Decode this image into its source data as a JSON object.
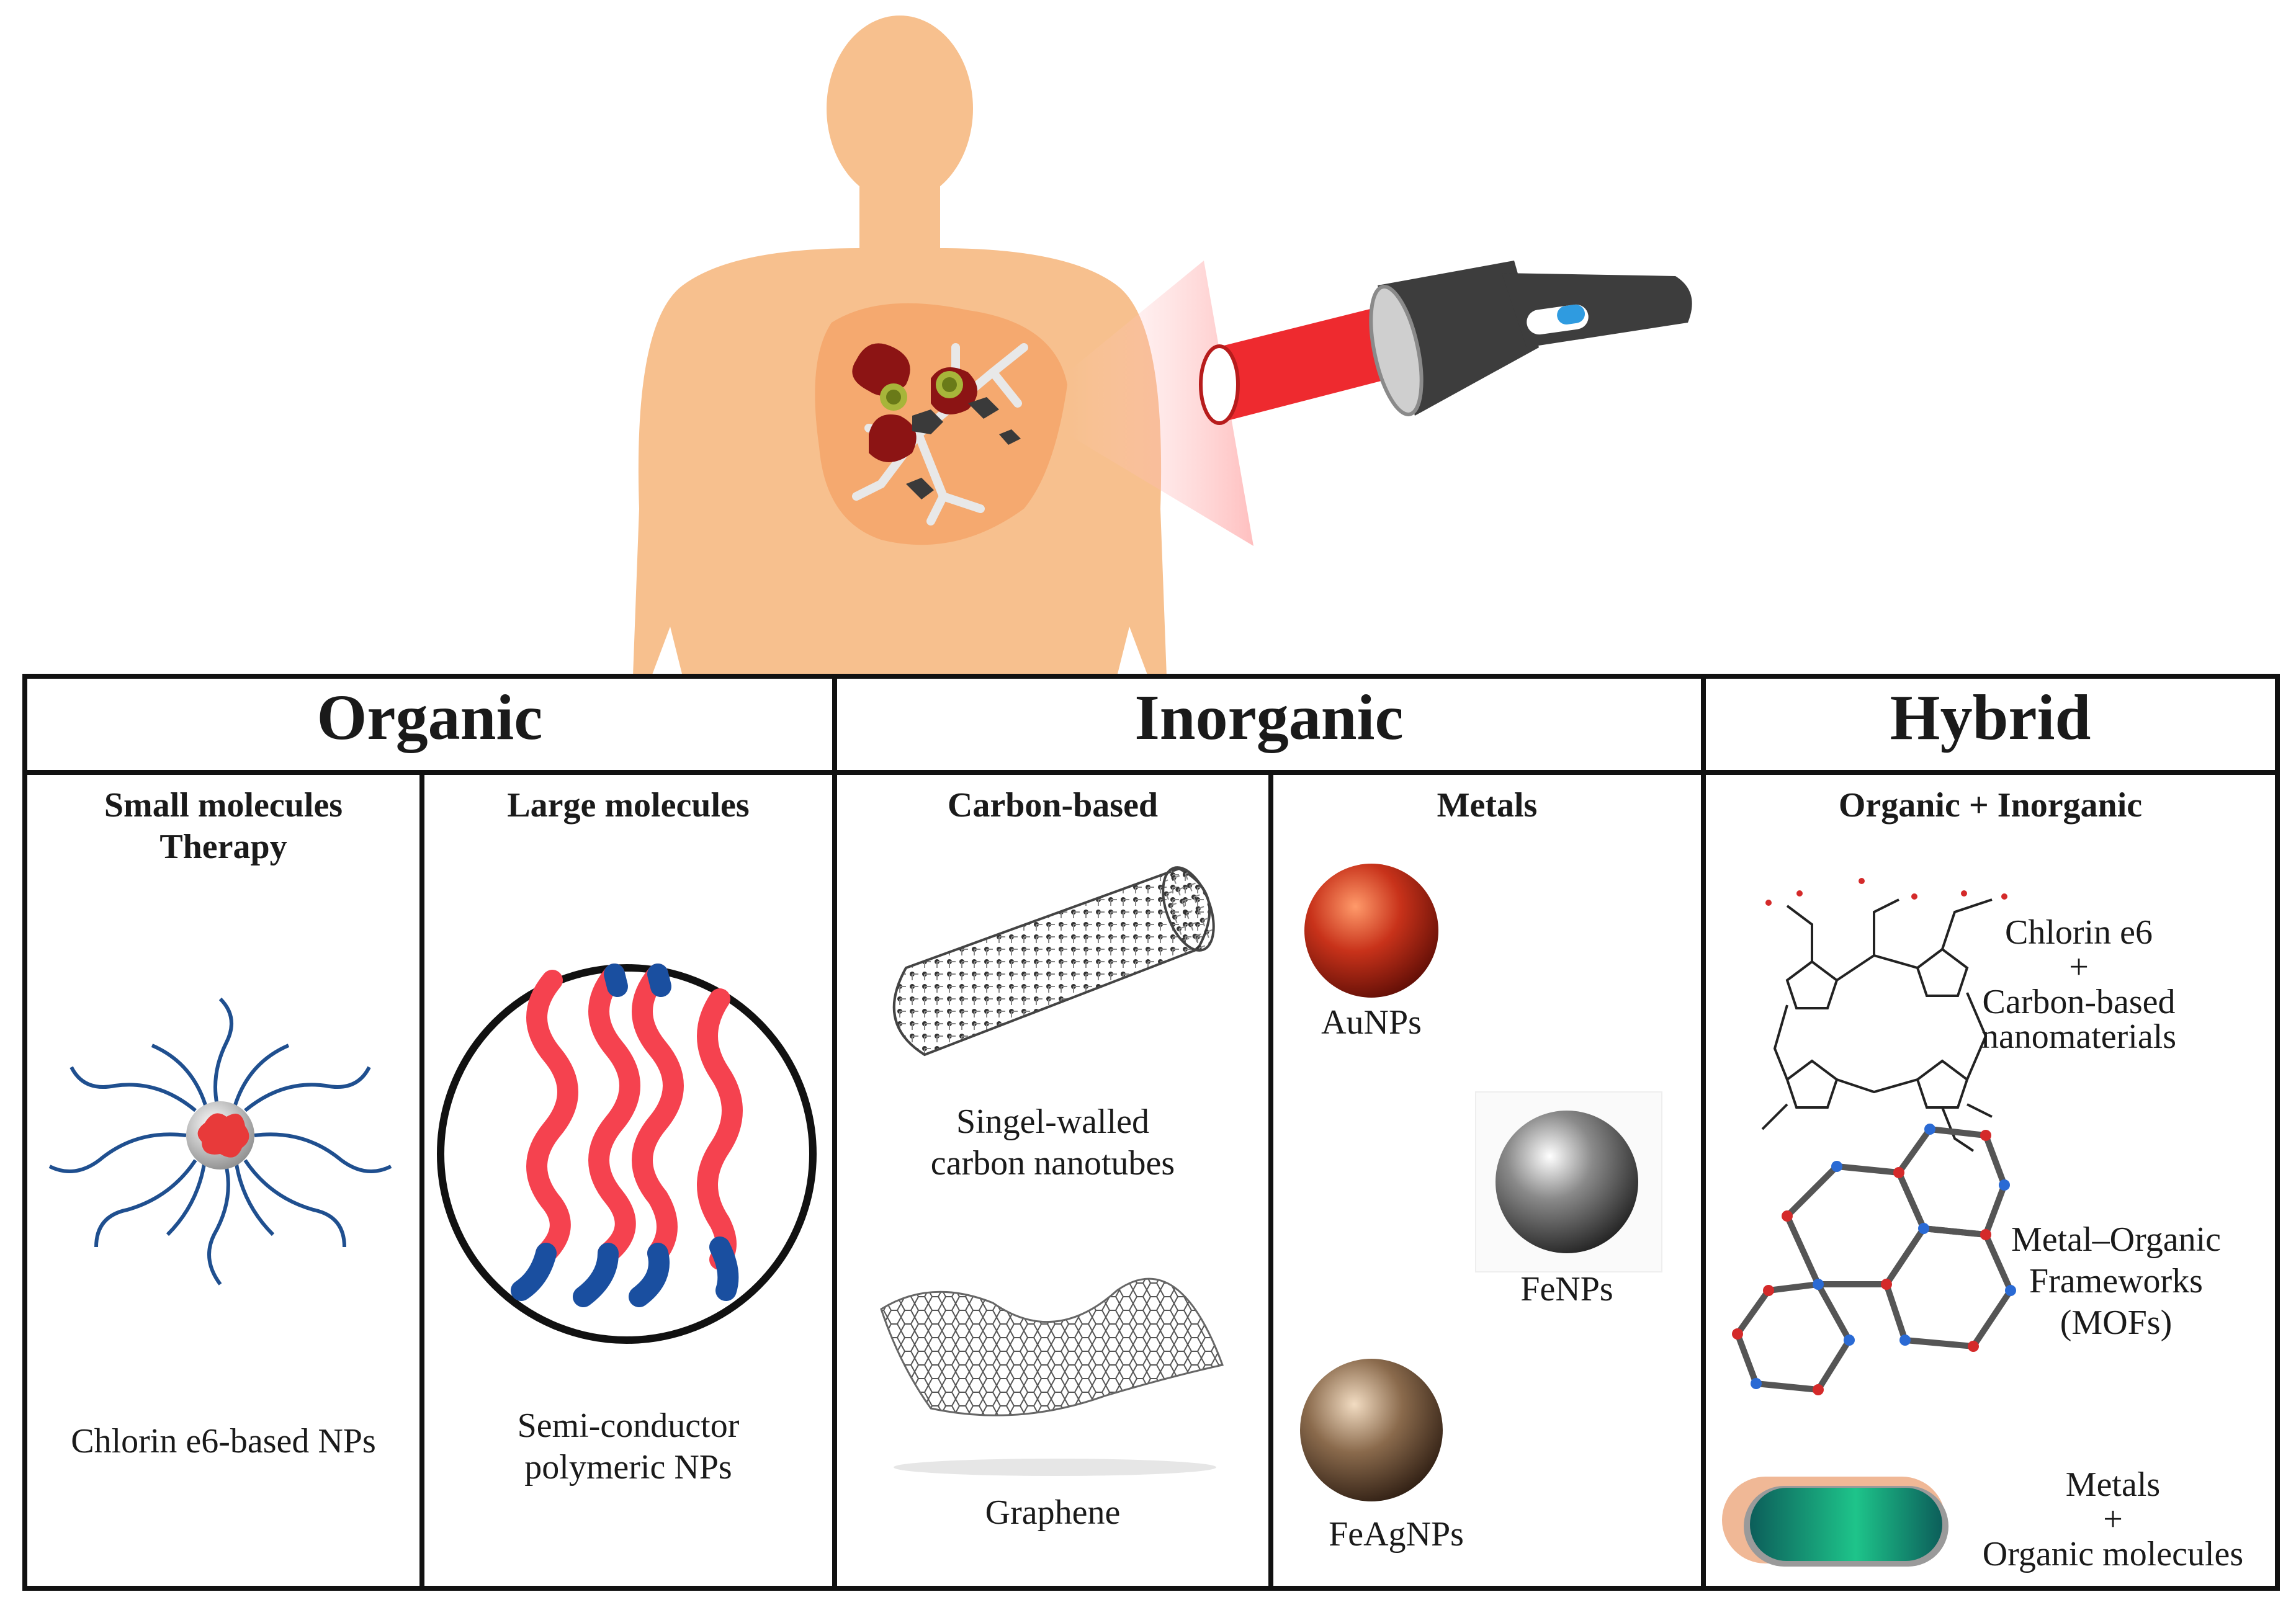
{
  "categories": [
    {
      "title": "Organic"
    },
    {
      "title": "Inorganic"
    },
    {
      "title": "Hybrid"
    }
  ],
  "subcategories": {
    "small": [
      "Small molecules",
      "Therapy"
    ],
    "large": "Large molecules",
    "carbon": "Carbon-based",
    "metals": "Metals",
    "hybrid": "Organic + Inorganic"
  },
  "captions": {
    "chlorin": "Chlorin e6-based NPs",
    "semi": [
      "Semi-conductor",
      "polymeric NPs"
    ],
    "swcnt": [
      "Singel-walled",
      "carbon nanotubes"
    ],
    "graphene": "Graphene",
    "au": "AuNPs",
    "fe": "FeNPs",
    "feag": "FeAgNPs",
    "hybrid1": [
      "Chlorin e6",
      "+",
      "Carbon-based",
      "nanomaterials"
    ],
    "hybrid2": [
      "Metal–Organic",
      "Frameworks",
      "(MOFs)"
    ],
    "hybrid3": [
      "Metals",
      "+",
      "Organic molecules"
    ]
  },
  "colors": {
    "skin": "#f7c08e",
    "tumor": "#f5a46a",
    "laser": "#ee2a2f",
    "device": "#3d3d3d",
    "button": "#2f9be0",
    "polymer": "#f5424f",
    "polymer_end": "#1a4fa0"
  }
}
